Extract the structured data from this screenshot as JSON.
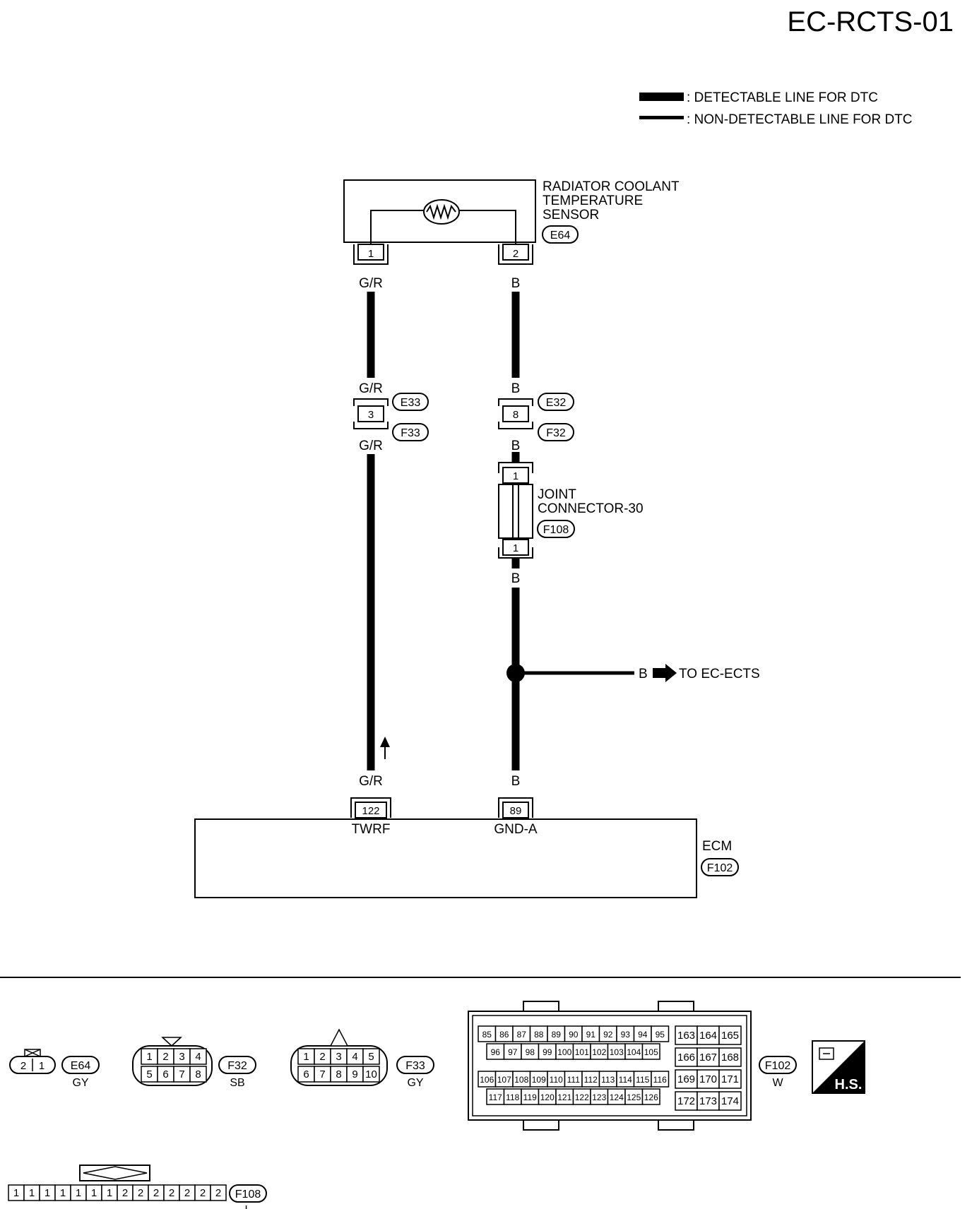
{
  "diagram_code": "EC-RCTS-01",
  "legend": {
    "detectable": ": DETECTABLE LINE FOR DTC",
    "non_detectable": ": NON-DETECTABLE LINE FOR DTC"
  },
  "sensor": {
    "line1": "RADIATOR COOLANT",
    "line2": "TEMPERATURE",
    "line3": "SENSOR",
    "connector": "E64",
    "pin_left": "1",
    "pin_right": "2"
  },
  "wires": {
    "left_color": "G/R",
    "right_color": "B"
  },
  "harness_connector": {
    "left_pin": "3",
    "right_pin": "8",
    "left_upper": "E33",
    "left_lower": "F33",
    "right_upper": "E32",
    "right_lower": "F32"
  },
  "joint": {
    "line1": "JOINT",
    "line2": "CONNECTOR-30",
    "connector": "F108",
    "pin_top": "1",
    "pin_bottom": "1"
  },
  "branch": {
    "color": "B",
    "destination": "TO EC-ECTS"
  },
  "ecm": {
    "name": "ECM",
    "connector": "F102",
    "pin_left": "122",
    "pin_left_name": "TWRF",
    "pin_right": "89",
    "pin_right_name": "GND-A"
  },
  "connector_views": {
    "e64": {
      "id": "E64",
      "color": "GY",
      "pins": [
        "2",
        "1"
      ]
    },
    "f32": {
      "id": "F32",
      "color": "SB",
      "top": [
        "1",
        "2",
        "3",
        "4"
      ],
      "bottom": [
        "5",
        "6",
        "7",
        "8"
      ]
    },
    "f33": {
      "id": "F33",
      "color": "GY",
      "top": [
        "1",
        "2",
        "3",
        "4",
        "5"
      ],
      "bottom": [
        "6",
        "7",
        "8",
        "9",
        "10"
      ]
    },
    "f102": {
      "id": "F102",
      "color": "W",
      "r1": [
        "85",
        "86",
        "87",
        "88",
        "89",
        "90",
        "91",
        "92",
        "93",
        "94",
        "95"
      ],
      "r2": [
        "96",
        "97",
        "98",
        "99",
        "100",
        "101",
        "102",
        "103",
        "104",
        "105"
      ],
      "r3": [
        "106",
        "107",
        "108",
        "109",
        "110",
        "111",
        "112",
        "113",
        "114",
        "115",
        "116"
      ],
      "r4": [
        "117",
        "118",
        "119",
        "120",
        "121",
        "122",
        "123",
        "124",
        "125",
        "126"
      ],
      "side": [
        [
          "163",
          "164",
          "165"
        ],
        [
          "166",
          "167",
          "168"
        ],
        [
          "169",
          "170",
          "171"
        ],
        [
          "172",
          "173",
          "174"
        ]
      ]
    },
    "f108": {
      "id": "F108",
      "color": "L",
      "pins": [
        "1",
        "1",
        "1",
        "1",
        "1",
        "1",
        "1",
        "2",
        "2",
        "2",
        "2",
        "2",
        "2",
        "2"
      ]
    }
  },
  "hs_badge": "H.S."
}
